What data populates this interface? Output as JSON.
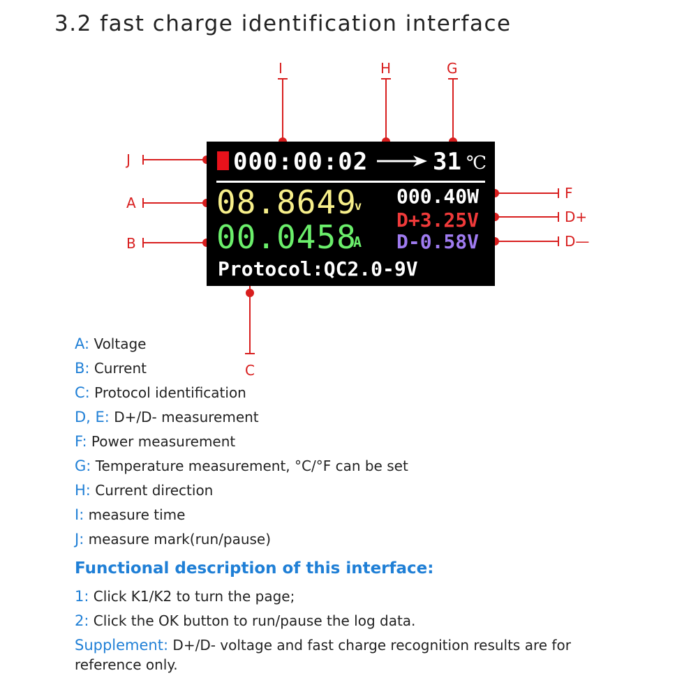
{
  "page_title": "3.2 fast charge identification interface",
  "callouts": {
    "I": "I",
    "H": "H",
    "G": "G",
    "J": "J",
    "A": "A",
    "B": "B",
    "F": "F",
    "D_plus": "D+",
    "D_minus": "D—",
    "C": "C"
  },
  "screen": {
    "run_mark_color": "#e8121b",
    "timer": "000:00:02",
    "direction_icon": "right-arrow-icon",
    "temperature": "31",
    "temperature_unit": "℃",
    "voltage": "08.8649",
    "voltage_unit": "v",
    "current": "00.0458",
    "current_unit": "A",
    "power": "000.40W",
    "d_plus": "D+3.25V",
    "d_minus": "D-0.58V",
    "protocol": "Protocol:QC2.0-9V"
  },
  "legend": [
    {
      "key": "A:",
      "text": "Voltage"
    },
    {
      "key": "B:",
      "text": "Current"
    },
    {
      "key": "C:",
      "text": "Protocol identification"
    },
    {
      "key": "D, E:",
      "text": "D+/D- measurement"
    },
    {
      "key": "F:",
      "text": "Power measurement"
    },
    {
      "key": "G:",
      "text": "Temperature measurement, °C/°F can be set"
    },
    {
      "key": "H:",
      "text": "Current direction"
    },
    {
      "key": "I:",
      "text": "measure time"
    },
    {
      "key": "J:",
      "text": "measure mark(run/pause)"
    }
  ],
  "functional": {
    "heading": "Functional description of this interface:",
    "items": [
      {
        "key": "1:",
        "text": "Click K1/K2 to turn the page;"
      },
      {
        "key": "2:",
        "text": "Click the OK button to run/pause the log data."
      }
    ],
    "supplement_key": "Supplement:",
    "supplement_text": "D+/D- voltage and fast charge recognition results are for reference only."
  },
  "colors": {
    "callout_red": "#d81e1e",
    "accent_blue": "#1f7fd6",
    "voltage_yellow": "#f7ef8a",
    "current_green": "#6bef6b",
    "dplus_red": "#f03a3a",
    "dminus_purple": "#9f7bf0"
  }
}
